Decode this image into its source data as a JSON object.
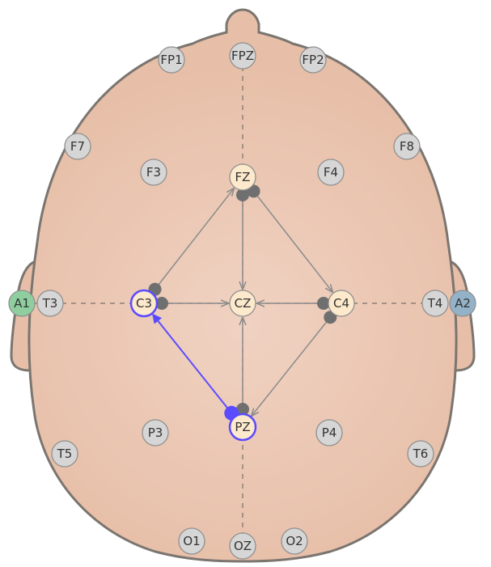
{
  "colors": {
    "skin": "#e7bfa8",
    "skin_center": "#f0d2c2",
    "outline": "#7b7570",
    "electrode_gray": "#d6d6d6",
    "electrode_selected": "#fde9cc",
    "electrode_active_ring": "#5b4bff",
    "ear_left": "#8fcf9f",
    "ear_right": "#93b2c8",
    "arrow": "#8a8a8a",
    "arrow_active": "#5b4bff",
    "handle": "#6f6f6f"
  },
  "electrodes": {
    "FP1": "FP1",
    "FPZ": "FPZ",
    "FP2": "FP2",
    "F7": "F7",
    "F3": "F3",
    "FZ": "FZ",
    "F4": "F4",
    "F8": "F8",
    "A1": "A1",
    "T3": "T3",
    "C3": "C3",
    "CZ": "CZ",
    "C4": "C4",
    "T4": "T4",
    "A2": "A2",
    "T5": "T5",
    "P3": "P3",
    "PZ": "PZ",
    "P4": "P4",
    "T6": "T6",
    "O1": "O1",
    "OZ": "OZ",
    "O2": "O2"
  },
  "connections": [
    {
      "from": "C3",
      "to": "FZ",
      "active": false
    },
    {
      "from": "FZ",
      "to": "CZ",
      "active": false
    },
    {
      "from": "FZ",
      "to": "C4",
      "active": false
    },
    {
      "from": "C3",
      "to": "CZ",
      "active": false
    },
    {
      "from": "C4",
      "to": "CZ",
      "active": false
    },
    {
      "from": "PZ",
      "to": "CZ",
      "active": false
    },
    {
      "from": "C4",
      "to": "PZ",
      "active": false
    },
    {
      "from": "PZ",
      "to": "C3",
      "active": true
    }
  ]
}
